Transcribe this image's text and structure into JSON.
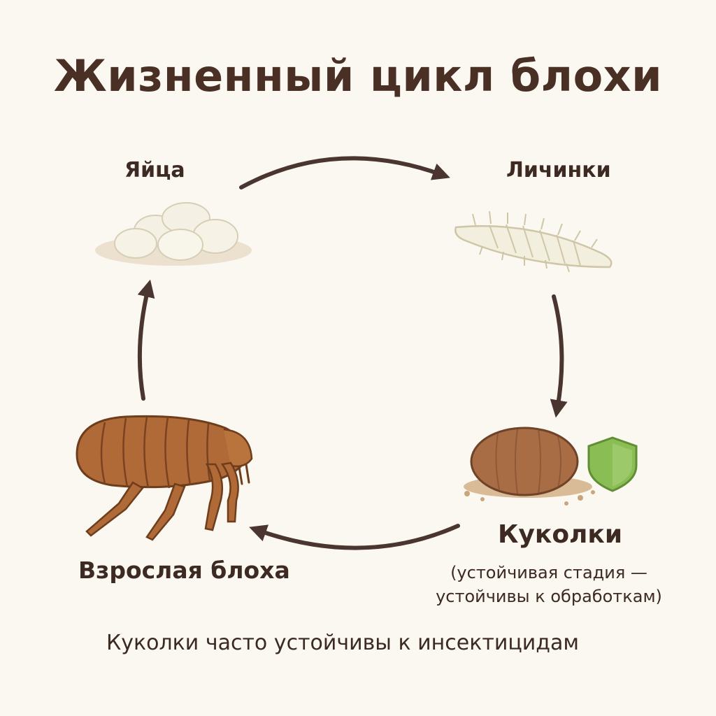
{
  "title": "Жизненный цикл блохи",
  "stages": {
    "eggs": "Яйца",
    "larva": "Личинки",
    "pupa": "Куколки",
    "pupa_note_line1": "(устойчивая стадия —",
    "pupa_note_line2": "устойчивы к обработкам)",
    "adult": "Взрослая блоха"
  },
  "footer": "Куколки часто устойчивы к инсектицидам",
  "icons": {
    "eggs": "eggs-icon",
    "larva": "larva-icon",
    "pupa": "pupa-icon",
    "adult": "flea-icon",
    "shield": "shield-icon",
    "arrows": "cycle-arrow-icon"
  },
  "colors": {
    "background": "#fbf8f2",
    "text": "#3b2a22",
    "arrow": "#4a3530",
    "flea": "#b06a37",
    "shield": "#8bbd55"
  }
}
